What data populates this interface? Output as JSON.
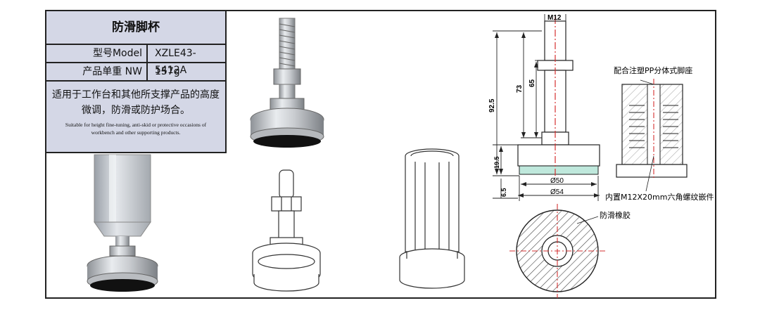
{
  "product": {
    "title": "防滑脚杯",
    "rows": [
      {
        "label": "型号Model",
        "value": "XZLE43-5412A"
      },
      {
        "label": "产品单重 NW",
        "value": "157g"
      }
    ],
    "description_zh_line1": "适用于工作台和其他所支撑产品的高度",
    "description_zh_line2": "微调，防滑或防护场合。",
    "description_en_line1": "Suitable for height fine-tuning, anti-skid or protective occasions of",
    "description_en_line2": "workbench and other supporting products."
  },
  "drawing": {
    "dims": {
      "m12": "M12",
      "d92_5": "92.5",
      "d73": "73",
      "d65": "65",
      "d19_5": "19.5",
      "d6_5": "6.5",
      "phi50": "Ø50",
      "phi54": "Ø54"
    },
    "annotations": {
      "pp_seat": "配合注塑PP分体式脚座",
      "insert": "内置M12X20mm六角螺纹嵌件",
      "rubber": "防滑橡胶"
    }
  },
  "colors": {
    "spec_bg": "#d4d7e6",
    "dim_red": "#d43030",
    "rubber_green": "#bfe8dc"
  }
}
